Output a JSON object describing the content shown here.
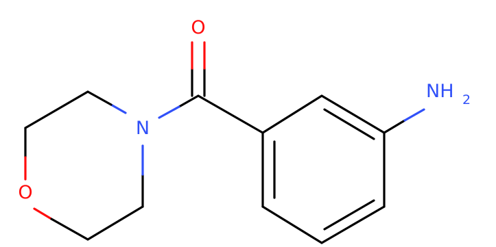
{
  "molecule": {
    "atoms": {
      "carbonyl_oxygen": "O",
      "amide_nitrogen": "N",
      "ring_oxygen": "O",
      "amine": "NH",
      "amine_subscript": "2"
    }
  },
  "colors": {
    "bond": "#000000",
    "oxygen": "#ff0d0d",
    "nitrogen": "#3050f8",
    "background": "#ffffff"
  }
}
